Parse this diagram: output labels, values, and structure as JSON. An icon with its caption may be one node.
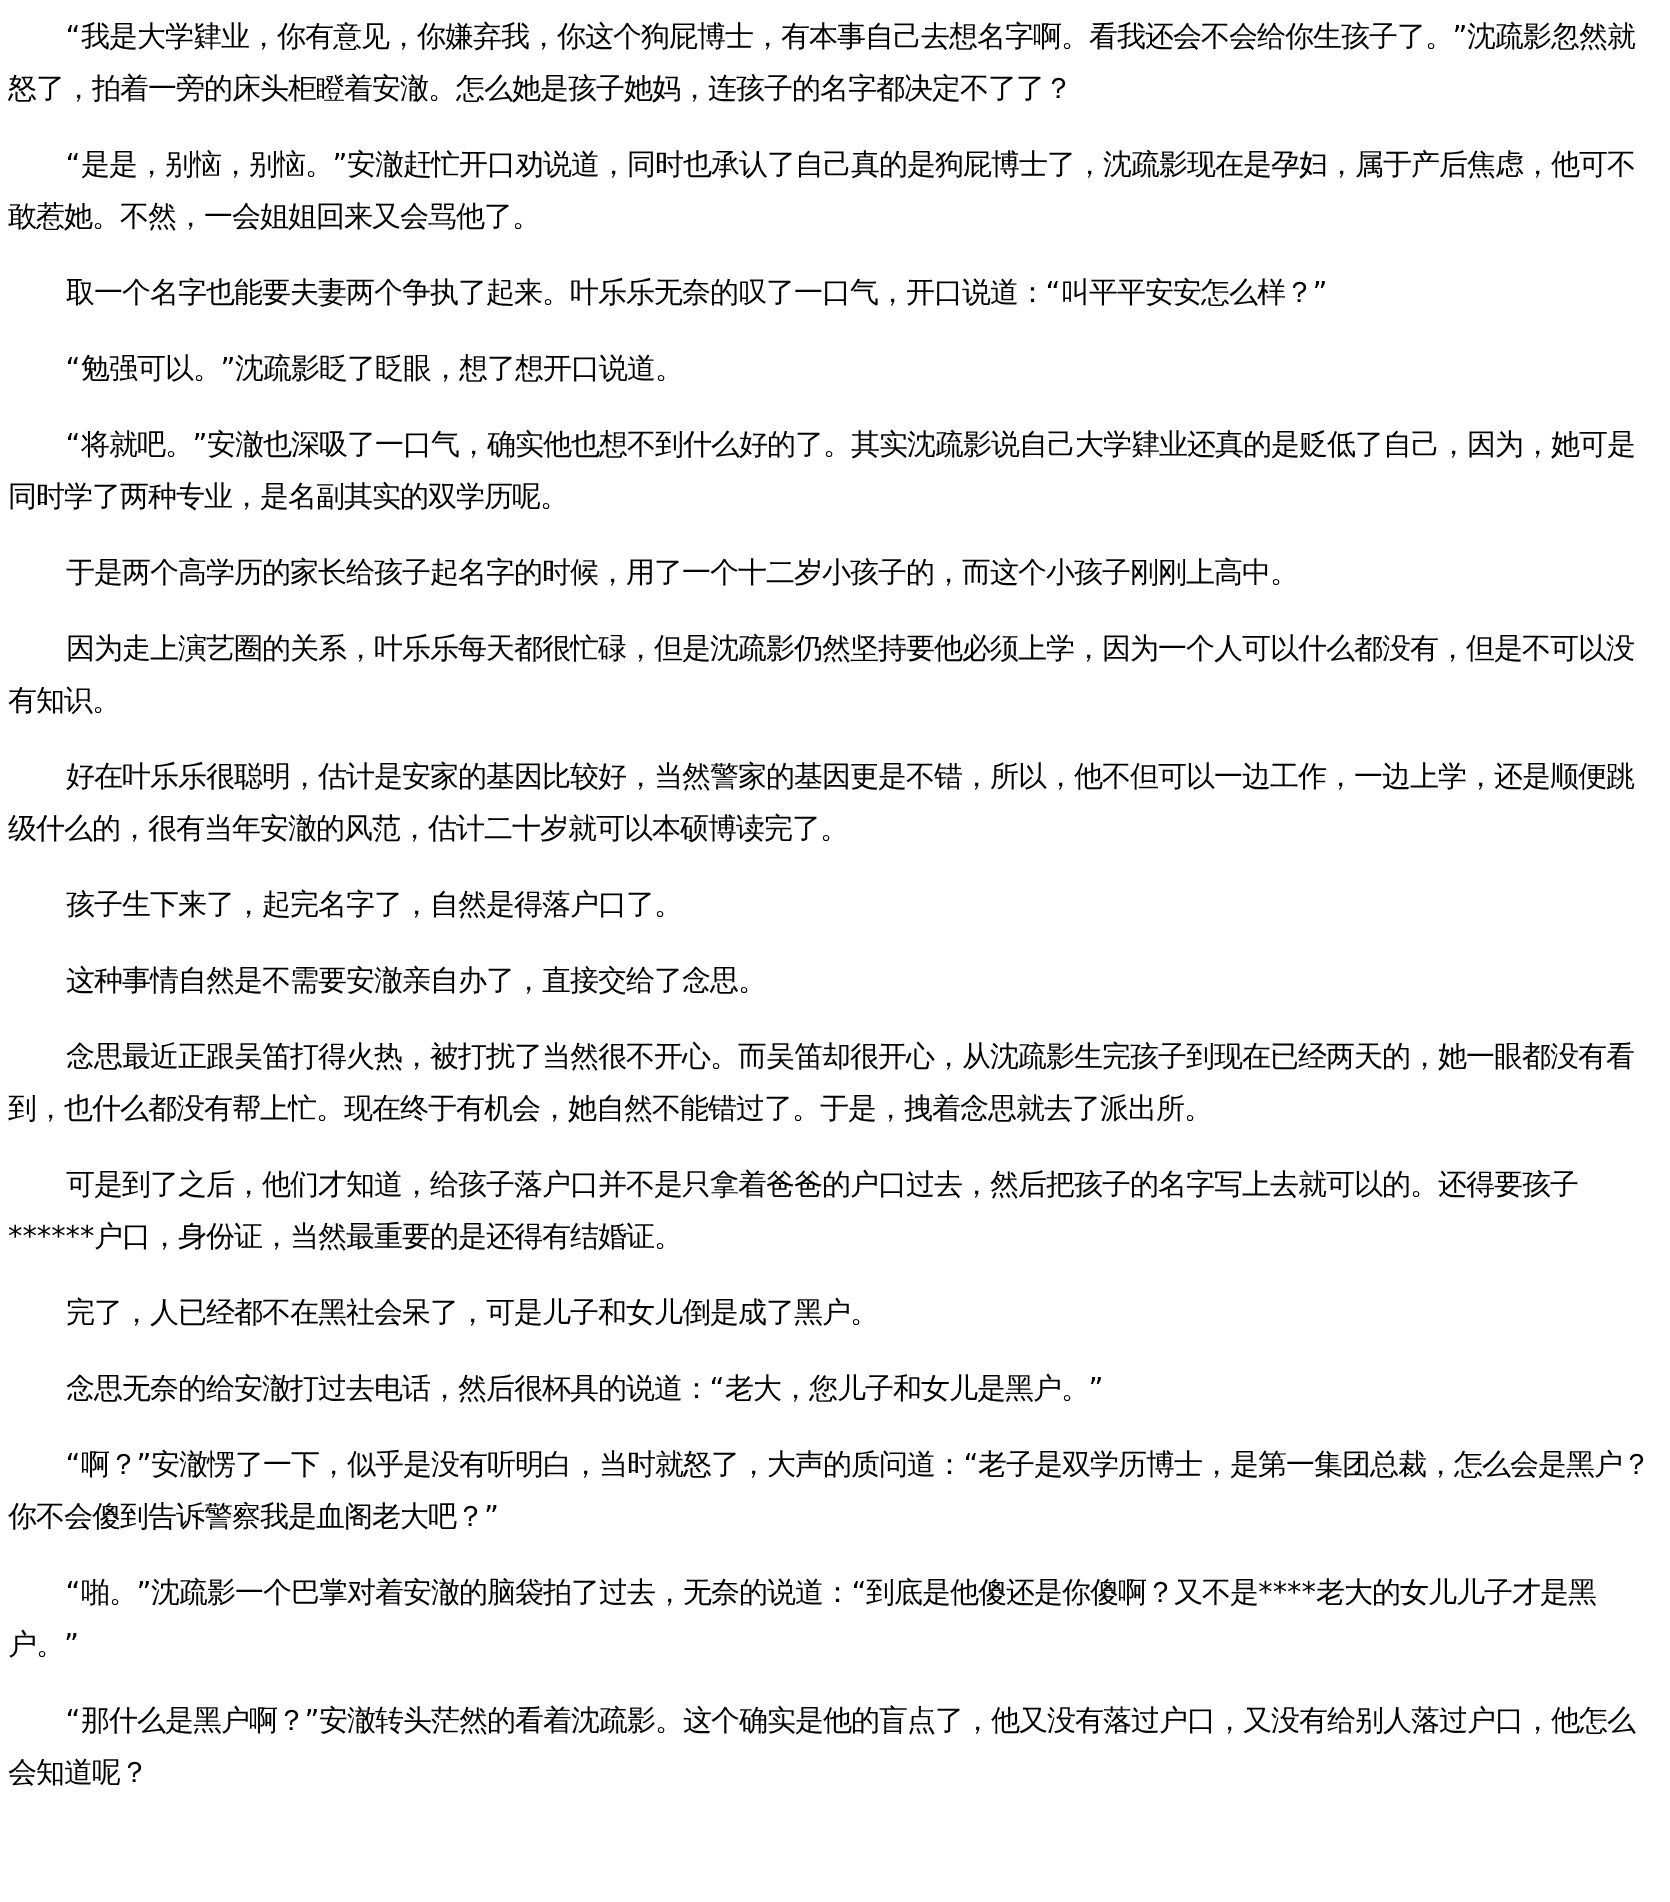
{
  "diagram": {
    "labels": [
      "“我是大学肄业，你有意见，你嫌弃我，你这个狗屁博士，有本事自己去想名字啊。看我还会不会给你生孩子了。”沈疏影忽然就怒了，拍着一旁的床头柜瞪着安澈。怎么她是孩子她妈，连孩子的名字都决定不了了？",
      "“是是，别恼，别恼。”安澈赶忙开口劝说道，同时也承认了自己真的是狗屁博士了，沈疏影现在是孕妇，属于产后焦虑，他可不敢惹她。不然，一会姐姐回来又会骂他了。",
      "取一个名字也能要夫妻两个争执了起来。叶乐乐无奈的叹了一口气，开口说道：“叫平平安安怎么样？”",
      "“勉强可以。”沈疏影眨了眨眼，想了想开口说道。",
      "“将就吧。”安澈也深吸了一口气，确实他也想不到什么好的了。其实沈疏影说自己大学肄业还真的是贬低了自己，因为，她可是同时学了两种专业，是名副其实的双学历呢。",
      "于是两个高学历的家长给孩子起名字的时候，用了一个十二岁小孩子的，而这个小孩子刚刚上高中。",
      "因为走上演艺圈的关系，叶乐乐每天都很忙碌，但是沈疏影仍然坚持要他必须上学，因为一个人可以什么都没有，但是不可以没有知识。",
      "好在叶乐乐很聪明，估计是安家的基因比较好，当然警家的基因更是不错，所以，他不但可以一边工作，一边上学，还是顺便跳级什么的，很有当年安澈的风范，估计二十岁就可以本硕博读完了。",
      "孩子生下来了，起完名字了，自然是得落户口了。",
      "这种事情自然是不需要安澈亲自办了，直接交给了念思。",
      "念思最近正跟吴笛打得火热，被打扰了当然很不开心。而吴笛却很开心，从沈疏影生完孩子到现在已经两天的，她一眼都没有看到，也什么都没有帮上忙。现在终于有机会，她自然不能错过了。于是，拽着念思就去了派出所。",
      "可是到了之后，他们才知道，给孩子落户口并不是只拿着爸爸的户口过去，然后把孩子的名字写上去就可以的。还得要孩子******户口，身份证，当然最重要的是还得有结婚证。",
      "完了，人已经都不在黑社会呆了，可是儿子和女儿倒是成了黑户。",
      "念思无奈的给安澈打过去电话，然后很杯具的说道：“老大，您儿子和女儿是黑户。”",
      "“啊？”安澈愣了一下，似乎是没有听明白，当时就怒了，大声的质问道：“老子是双学历博士，是第一集团总裁，怎么会是黑户？你不会傻到告诉警察我是血阁老大吧？”",
      "“啪。”沈疏影一个巴掌对着安澈的脑袋拍了过去，无奈的说道：“到底是他傻还是你傻啊？又不是****老大的女儿儿子才是黑户。”",
      "“那什么是黑户啊？”安澈转头茫然的看着沈疏影。这个确实是他的盲点了，他又没有落过户口，又没有给别人落过户口，他怎么会知道呢？"
    ]
  }
}
